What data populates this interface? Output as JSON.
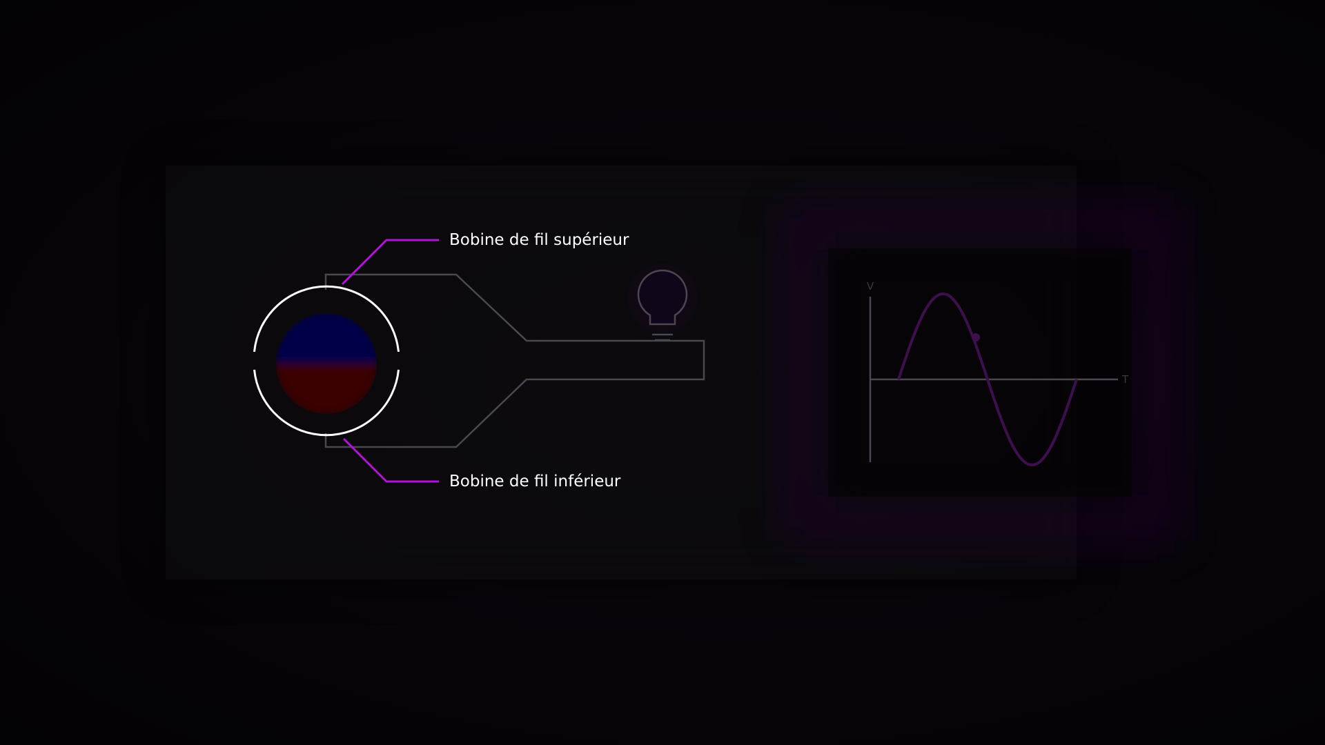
{
  "labels": {
    "upper_coil": "Bobine de fil supérieur",
    "lower_coil": "Bobine de fil inférieur"
  },
  "graph": {
    "y_axis_label": "V",
    "x_axis_label": "T"
  },
  "colors": {
    "background": "#050307",
    "accent": "#b012d8",
    "wire": "#4a4850",
    "magnet_north": "#05054a",
    "magnet_south": "#3a0000",
    "sine_wave": "#3e0f4d",
    "ring": "#ffffff",
    "text": "#ffffff"
  },
  "icons": {
    "bulb": "light-bulb-icon"
  }
}
